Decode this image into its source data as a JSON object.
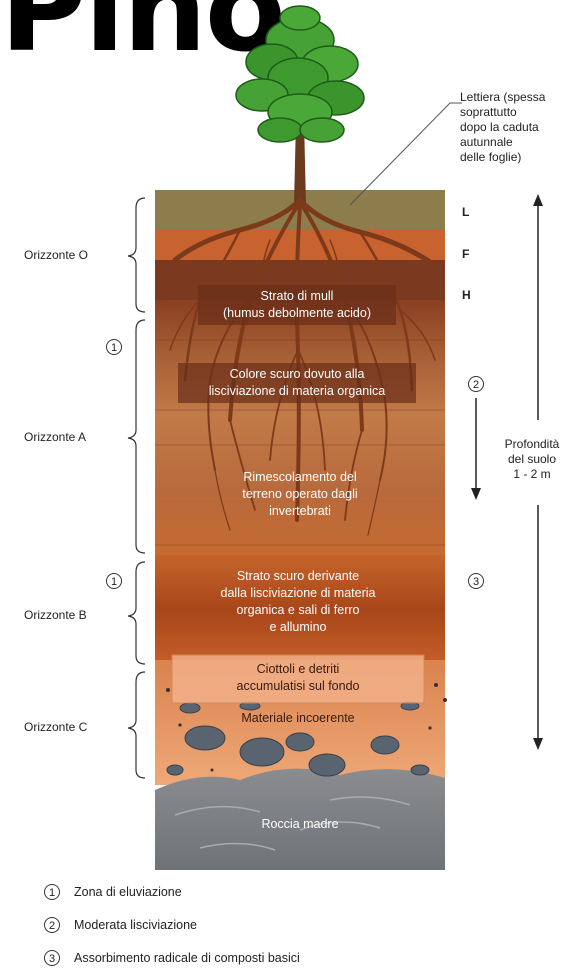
{
  "title": "Pino",
  "litter_callout": [
    "Lettiera (spessa",
    "soprattutto",
    "dopo la caduta",
    "autunnale",
    "delle foglie)"
  ],
  "horizon_letters": {
    "l": "L",
    "f": "F",
    "h": "H"
  },
  "horizons": {
    "o": "Orizzonte O",
    "a": "Orizzonte A",
    "b": "Orizzonte B",
    "c": "Orizzonte C"
  },
  "layers": {
    "mull": [
      "Strato di mull",
      "(humus debolmente acido)"
    ],
    "dark_color": [
      "Colore scuro dovuto alla",
      "lisciviazione di materia organica"
    ],
    "mixing": [
      "Rimescolamento del",
      "terreno operato dagli",
      "invertebrati"
    ],
    "dark_layer": [
      "Strato scuro derivante",
      "dalla lisciviazione di materia",
      "organica e sali di ferro",
      "e allumino"
    ],
    "pebbles": [
      "Ciottoli e detriti",
      "accumulatisi sul fondo"
    ],
    "loose": "Materiale incoerente",
    "bedrock": "Roccia madre"
  },
  "depth": [
    "Profondità",
    "del suolo",
    "1 - 2 m"
  ],
  "markers": {
    "one": "1",
    "two": "2",
    "three": "3"
  },
  "legend": [
    {
      "num": "1",
      "text": "Zona di eluviazione"
    },
    {
      "num": "2",
      "text": "Moderata lisciviazione"
    },
    {
      "num": "3",
      "text": "Assorbimento radicale di composti basici"
    }
  ],
  "colors": {
    "litter": "#8b7a4a",
    "f_layer": "#c9642e",
    "h_layer": "#7b3a20",
    "a_horizon": "#b06a40",
    "b_horizon": "#b84f1e",
    "c_horizon": "#e79a6a",
    "bedrock": "#7a7d82",
    "foliage": "#3e9a2e"
  }
}
